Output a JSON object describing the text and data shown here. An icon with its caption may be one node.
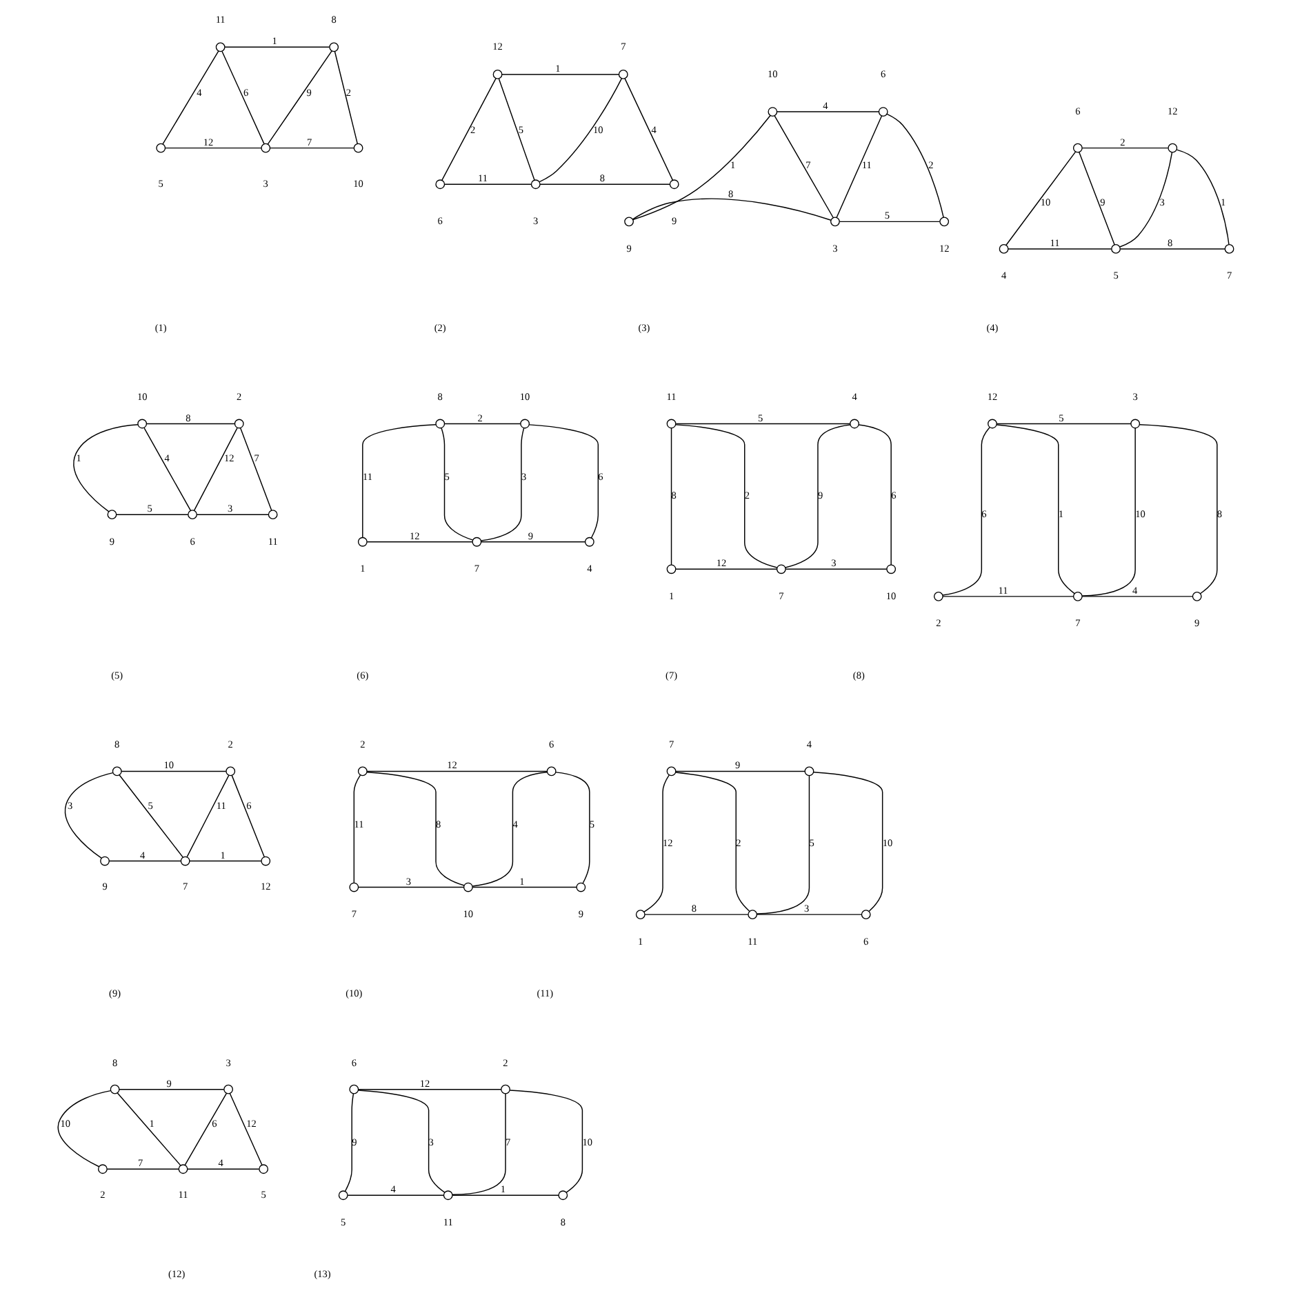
{
  "diagram": {
    "nodes": [
      {
        "text": [],
        "shape": "circle",
        "beside": [
          "11"
        ]
      },
      {
        "text": [],
        "shape": "circle",
        "beside": [
          "8"
        ]
      },
      {
        "text": [],
        "shape": "circle",
        "beside": [
          "5"
        ]
      },
      {
        "text": [],
        "shape": "circle",
        "beside": [
          "3"
        ]
      },
      {
        "text": [],
        "shape": "circle",
        "beside": [
          "10"
        ]
      },
      {
        "text": [],
        "shape": "circle",
        "beside": [
          "12"
        ]
      },
      {
        "text": [],
        "shape": "circle",
        "beside": [
          "7"
        ]
      },
      {
        "text": [],
        "shape": "circle",
        "beside": [
          "6"
        ]
      },
      {
        "text": [],
        "shape": "circle",
        "beside": [
          "3"
        ]
      },
      {
        "text": [],
        "shape": "circle",
        "beside": [
          "9"
        ]
      },
      {
        "text": [],
        "shape": "circle",
        "beside": [
          "10"
        ]
      },
      {
        "text": [],
        "shape": "circle",
        "beside": [
          "6"
        ]
      },
      {
        "text": [],
        "shape": "circle",
        "beside": [
          "9"
        ]
      },
      {
        "text": [],
        "shape": "circle",
        "beside": [
          "3"
        ]
      },
      {
        "text": [],
        "shape": "circle",
        "beside": [
          "12"
        ]
      },
      {
        "text": [],
        "shape": "circle",
        "beside": [
          "6"
        ]
      },
      {
        "text": [],
        "shape": "circle",
        "beside": [
          "12"
        ]
      },
      {
        "text": [],
        "shape": "circle",
        "beside": [
          "4"
        ]
      },
      {
        "text": [],
        "shape": "circle",
        "beside": [
          "5"
        ]
      },
      {
        "text": [],
        "shape": "circle",
        "beside": [
          "7"
        ]
      },
      {
        "text": [],
        "shape": "circle",
        "beside": [
          "10"
        ]
      },
      {
        "text": [],
        "shape": "circle",
        "beside": [
          "2"
        ]
      },
      {
        "text": [],
        "shape": "circle",
        "beside": [
          "9"
        ]
      },
      {
        "text": [],
        "shape": "circle",
        "beside": [
          "6"
        ]
      },
      {
        "text": [],
        "shape": "circle",
        "beside": [
          "11"
        ]
      },
      {
        "text": [],
        "shape": "circle",
        "beside": [
          "8"
        ]
      },
      {
        "text": [],
        "shape": "circle",
        "beside": [
          "10"
        ]
      },
      {
        "text": [],
        "shape": "circle",
        "beside": [
          "1"
        ]
      },
      {
        "text": [],
        "shape": "circle",
        "beside": [
          "7"
        ]
      },
      {
        "text": [],
        "shape": "circle",
        "beside": [
          "4"
        ]
      },
      {
        "text": [],
        "shape": "circle",
        "beside": [
          "11"
        ]
      },
      {
        "text": [],
        "shape": "circle",
        "beside": [
          "4"
        ]
      },
      {
        "text": [],
        "shape": "circle",
        "beside": [
          "1"
        ]
      },
      {
        "text": [],
        "shape": "circle",
        "beside": [
          "7"
        ]
      },
      {
        "text": [],
        "shape": "circle",
        "beside": [
          "10"
        ]
      },
      {
        "text": [],
        "shape": "circle",
        "beside": [
          "12"
        ]
      },
      {
        "text": [],
        "shape": "circle",
        "beside": [
          "3"
        ]
      },
      {
        "text": [],
        "shape": "circle",
        "beside": [
          "2"
        ]
      },
      {
        "text": [],
        "shape": "circle",
        "beside": [
          "7"
        ]
      },
      {
        "text": [],
        "shape": "circle",
        "beside": [
          "9"
        ]
      },
      {
        "text": [],
        "shape": "circle",
        "beside": [
          "8"
        ]
      },
      {
        "text": [],
        "shape": "circle",
        "beside": [
          "2"
        ]
      },
      {
        "text": [],
        "shape": "circle",
        "beside": [
          "9"
        ]
      },
      {
        "text": [],
        "shape": "circle",
        "beside": [
          "7"
        ]
      },
      {
        "text": [],
        "shape": "circle",
        "beside": [
          "12"
        ]
      },
      {
        "text": [],
        "shape": "circle",
        "beside": [
          "2"
        ]
      },
      {
        "text": [],
        "shape": "circle",
        "beside": [
          "6"
        ]
      },
      {
        "text": [],
        "shape": "circle",
        "beside": [
          "7"
        ]
      },
      {
        "text": [],
        "shape": "circle",
        "beside": [
          "10"
        ]
      },
      {
        "text": [],
        "shape": "circle",
        "beside": [
          "9"
        ]
      },
      {
        "text": [],
        "shape": "circle",
        "beside": [
          "7"
        ]
      },
      {
        "text": [],
        "shape": "circle",
        "beside": [
          "4"
        ]
      },
      {
        "text": [],
        "shape": "circle",
        "beside": [
          "1"
        ]
      },
      {
        "text": [],
        "shape": "circle",
        "beside": [
          "11"
        ]
      },
      {
        "text": [],
        "shape": "circle",
        "beside": [
          "6"
        ]
      },
      {
        "text": [],
        "shape": "circle",
        "beside": [
          "8"
        ]
      },
      {
        "text": [],
        "shape": "circle",
        "beside": [
          "3"
        ]
      },
      {
        "text": [],
        "shape": "circle",
        "beside": [
          "2"
        ]
      },
      {
        "text": [],
        "shape": "circle",
        "beside": [
          "11"
        ]
      },
      {
        "text": [],
        "shape": "circle",
        "beside": [
          "5"
        ]
      },
      {
        "text": [],
        "shape": "circle",
        "beside": [
          "6"
        ]
      },
      {
        "text": [],
        "shape": "circle",
        "beside": [
          "2"
        ]
      },
      {
        "text": [],
        "shape": "circle",
        "beside": [
          "5"
        ]
      },
      {
        "text": [],
        "shape": "circle",
        "beside": [
          "11"
        ]
      },
      {
        "text": [],
        "shape": "circle",
        "beside": [
          "8"
        ]
      }
    ],
    "edges": [
      {
        "from": 0,
        "to": 1,
        "arrow": "none",
        "label": "1"
      },
      {
        "from": 0,
        "to": 2,
        "arrow": "none",
        "label": "4"
      },
      {
        "from": 0,
        "to": 3,
        "arrow": "none",
        "label": "6"
      },
      {
        "from": 1,
        "to": 3,
        "arrow": "none",
        "label": "9"
      },
      {
        "from": 1,
        "to": 4,
        "arrow": "none",
        "label": "2"
      },
      {
        "from": 2,
        "to": 3,
        "arrow": "none",
        "label": "12"
      },
      {
        "from": 3,
        "to": 4,
        "arrow": "none",
        "label": "7"
      },
      {
        "from": 5,
        "to": 6,
        "arrow": "none",
        "label": "1"
      },
      {
        "from": 5,
        "to": 7,
        "arrow": "none",
        "label": "2"
      },
      {
        "from": 5,
        "to": 8,
        "arrow": "none",
        "label": "5"
      },
      {
        "from": 6,
        "to": 8,
        "arrow": "none",
        "label": "10"
      },
      {
        "from": 6,
        "to": 9,
        "arrow": "none",
        "label": "4"
      },
      {
        "from": 7,
        "to": 8,
        "arrow": "none",
        "label": "11"
      },
      {
        "from": 8,
        "to": 9,
        "arrow": "none",
        "label": "8"
      },
      {
        "from": 10,
        "to": 11,
        "arrow": "none",
        "label": "4"
      },
      {
        "from": 10,
        "to": 12,
        "arrow": "none",
        "label": "1"
      },
      {
        "from": 10,
        "to": 13,
        "arrow": "none",
        "label": "7"
      },
      {
        "from": 11,
        "to": 13,
        "arrow": "none",
        "label": "11"
      },
      {
        "from": 11,
        "to": 14,
        "arrow": "none",
        "label": "2"
      },
      {
        "from": 12,
        "to": 13,
        "arrow": "none",
        "label": "8"
      },
      {
        "from": 13,
        "to": 14,
        "arrow": "none",
        "label": "5"
      },
      {
        "from": 15,
        "to": 16,
        "arrow": "none",
        "label": "2"
      },
      {
        "from": 15,
        "to": 17,
        "arrow": "none",
        "label": "10"
      },
      {
        "from": 15,
        "to": 18,
        "arrow": "none",
        "label": "9"
      },
      {
        "from": 16,
        "to": 18,
        "arrow": "none",
        "label": "3"
      },
      {
        "from": 16,
        "to": 19,
        "arrow": "none",
        "label": "1"
      },
      {
        "from": 17,
        "to": 18,
        "arrow": "none",
        "label": "11"
      },
      {
        "from": 18,
        "to": 19,
        "arrow": "none",
        "label": "8"
      },
      {
        "from": 20,
        "to": 21,
        "arrow": "none",
        "label": "8"
      },
      {
        "from": 20,
        "to": 22,
        "arrow": "none",
        "label": "1"
      },
      {
        "from": 20,
        "to": 23,
        "arrow": "none",
        "label": "4"
      },
      {
        "from": 21,
        "to": 23,
        "arrow": "none",
        "label": "12"
      },
      {
        "from": 21,
        "to": 24,
        "arrow": "none",
        "label": "7"
      },
      {
        "from": 22,
        "to": 23,
        "arrow": "none",
        "label": "5"
      },
      {
        "from": 23,
        "to": 24,
        "arrow": "none",
        "label": "3"
      },
      {
        "from": 25,
        "to": 26,
        "arrow": "none",
        "label": "2"
      },
      {
        "from": 25,
        "to": 27,
        "arrow": "none",
        "label": "11"
      },
      {
        "from": 25,
        "to": 28,
        "arrow": "none",
        "label": "5"
      },
      {
        "from": 26,
        "to": 28,
        "arrow": "none",
        "label": "3"
      },
      {
        "from": 26,
        "to": 29,
        "arrow": "none",
        "label": "6"
      },
      {
        "from": 27,
        "to": 28,
        "arrow": "none",
        "label": "12"
      },
      {
        "from": 28,
        "to": 29,
        "arrow": "none",
        "label": "9"
      },
      {
        "from": 30,
        "to": 31,
        "arrow": "none",
        "label": "5"
      },
      {
        "from": 30,
        "to": 32,
        "arrow": "none",
        "label": "8"
      },
      {
        "from": 30,
        "to": 33,
        "arrow": "none",
        "label": "2"
      },
      {
        "from": 31,
        "to": 33,
        "arrow": "none",
        "label": "9"
      },
      {
        "from": 31,
        "to": 34,
        "arrow": "none",
        "label": "6"
      },
      {
        "from": 32,
        "to": 33,
        "arrow": "none",
        "label": "12"
      },
      {
        "from": 33,
        "to": 34,
        "arrow": "none",
        "label": "3"
      },
      {
        "from": 35,
        "to": 36,
        "arrow": "none",
        "label": "5"
      },
      {
        "from": 35,
        "to": 37,
        "arrow": "none",
        "label": "6"
      },
      {
        "from": 35,
        "to": 38,
        "arrow": "none",
        "label": "1"
      },
      {
        "from": 36,
        "to": 38,
        "arrow": "none",
        "label": "10"
      },
      {
        "from": 36,
        "to": 39,
        "arrow": "none",
        "label": "8"
      },
      {
        "from": 37,
        "to": 38,
        "arrow": "none",
        "label": "11"
      },
      {
        "from": 38,
        "to": 39,
        "arrow": "none",
        "label": "4"
      },
      {
        "from": 40,
        "to": 41,
        "arrow": "none",
        "label": "10"
      },
      {
        "from": 40,
        "to": 42,
        "arrow": "none",
        "label": "3"
      },
      {
        "from": 40,
        "to": 43,
        "arrow": "none",
        "label": "5"
      },
      {
        "from": 41,
        "to": 43,
        "arrow": "none",
        "label": "11"
      },
      {
        "from": 41,
        "to": 44,
        "arrow": "none",
        "label": "6"
      },
      {
        "from": 42,
        "to": 43,
        "arrow": "none",
        "label": "4"
      },
      {
        "from": 43,
        "to": 44,
        "arrow": "none",
        "label": "1"
      },
      {
        "from": 45,
        "to": 46,
        "arrow": "none",
        "label": "12"
      },
      {
        "from": 45,
        "to": 47,
        "arrow": "none",
        "label": "11"
      },
      {
        "from": 45,
        "to": 48,
        "arrow": "none",
        "label": "8"
      },
      {
        "from": 46,
        "to": 48,
        "arrow": "none",
        "label": "4"
      },
      {
        "from": 46,
        "to": 49,
        "arrow": "none",
        "label": "5"
      },
      {
        "from": 47,
        "to": 48,
        "arrow": "none",
        "label": "3"
      },
      {
        "from": 48,
        "to": 49,
        "arrow": "none",
        "label": "1"
      },
      {
        "from": 50,
        "to": 51,
        "arrow": "none",
        "label": "9"
      },
      {
        "from": 50,
        "to": 52,
        "arrow": "none",
        "label": "12"
      },
      {
        "from": 50,
        "to": 53,
        "arrow": "none",
        "label": "2"
      },
      {
        "from": 51,
        "to": 53,
        "arrow": "none",
        "label": "5"
      },
      {
        "from": 51,
        "to": 54,
        "arrow": "none",
        "label": "10"
      },
      {
        "from": 52,
        "to": 53,
        "arrow": "none",
        "label": "8"
      },
      {
        "from": 53,
        "to": 54,
        "arrow": "none",
        "label": "3"
      },
      {
        "from": 55,
        "to": 56,
        "arrow": "none",
        "label": "9"
      },
      {
        "from": 55,
        "to": 57,
        "arrow": "none",
        "label": "10"
      },
      {
        "from": 55,
        "to": 58,
        "arrow": "none",
        "label": "1"
      },
      {
        "from": 56,
        "to": 58,
        "arrow": "none",
        "label": "6"
      },
      {
        "from": 56,
        "to": 59,
        "arrow": "none",
        "label": "12"
      },
      {
        "from": 57,
        "to": 58,
        "arrow": "none",
        "label": "7"
      },
      {
        "from": 58,
        "to": 59,
        "arrow": "none",
        "label": "4"
      },
      {
        "from": 60,
        "to": 61,
        "arrow": "none",
        "label": "12"
      },
      {
        "from": 60,
        "to": 62,
        "arrow": "none",
        "label": "9"
      },
      {
        "from": 60,
        "to": 63,
        "arrow": "none",
        "label": "3"
      },
      {
        "from": 61,
        "to": 63,
        "arrow": "none",
        "label": "7"
      },
      {
        "from": 61,
        "to": 64,
        "arrow": "none",
        "label": "10"
      },
      {
        "from": 62,
        "to": 63,
        "arrow": "none",
        "label": "4"
      },
      {
        "from": 63,
        "to": 64,
        "arrow": "none",
        "label": "1"
      }
    ],
    "labels": [
      "(1)",
      "(2)",
      "(3)",
      "(4)",
      "(5)",
      "(6)",
      "(7)",
      "(8)",
      "(9)",
      "(10)",
      "(11)",
      "(12)",
      "(13)"
    ]
  }
}
